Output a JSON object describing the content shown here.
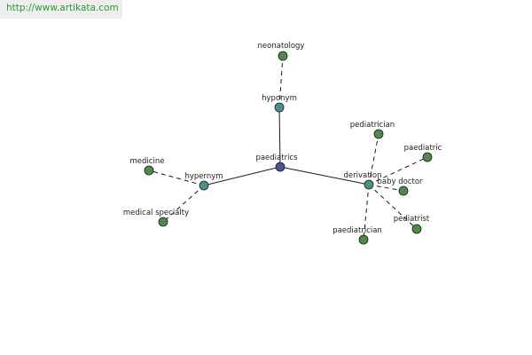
{
  "source": {
    "url_text": "http://www.artikata.com"
  },
  "colors": {
    "root": "#4a50a0",
    "relation": "#4a9090",
    "term": "#4f8a4a",
    "edge": "#1a1a1a",
    "banner_text": "#2a9a2a"
  },
  "graph": {
    "nodes": [
      {
        "id": "paediatrics",
        "label": "paediatrics",
        "kind": "root"
      },
      {
        "id": "hyponym",
        "label": "hyponym",
        "kind": "relation"
      },
      {
        "id": "hypernym",
        "label": "hypernym",
        "kind": "relation"
      },
      {
        "id": "derivation",
        "label": "derivation",
        "kind": "relation"
      },
      {
        "id": "neonatology",
        "label": "neonatology",
        "kind": "term"
      },
      {
        "id": "medicine",
        "label": "medicine",
        "kind": "term"
      },
      {
        "id": "medical-specialty",
        "label": "medical specialty",
        "kind": "term"
      },
      {
        "id": "pediatrician",
        "label": "pediatrician",
        "kind": "term"
      },
      {
        "id": "paediatric",
        "label": "paediatric",
        "kind": "term"
      },
      {
        "id": "baby-doctor",
        "label": "baby doctor",
        "kind": "term"
      },
      {
        "id": "pediatrist",
        "label": "pediatrist",
        "kind": "term"
      },
      {
        "id": "paediatrician",
        "label": "paediatrician",
        "kind": "term"
      }
    ],
    "edges": [
      {
        "from": "paediatrics",
        "to": "hyponym",
        "style": "solid"
      },
      {
        "from": "paediatrics",
        "to": "hypernym",
        "style": "solid"
      },
      {
        "from": "paediatrics",
        "to": "derivation",
        "style": "solid"
      },
      {
        "from": "hyponym",
        "to": "neonatology",
        "style": "dashed"
      },
      {
        "from": "hypernym",
        "to": "medicine",
        "style": "dashed"
      },
      {
        "from": "hypernym",
        "to": "medical-specialty",
        "style": "dashed"
      },
      {
        "from": "derivation",
        "to": "pediatrician",
        "style": "dashed"
      },
      {
        "from": "derivation",
        "to": "paediatric",
        "style": "dashed"
      },
      {
        "from": "derivation",
        "to": "baby-doctor",
        "style": "dashed"
      },
      {
        "from": "derivation",
        "to": "pediatrist",
        "style": "dashed"
      },
      {
        "from": "derivation",
        "to": "paediatrician",
        "style": "dashed"
      }
    ]
  }
}
